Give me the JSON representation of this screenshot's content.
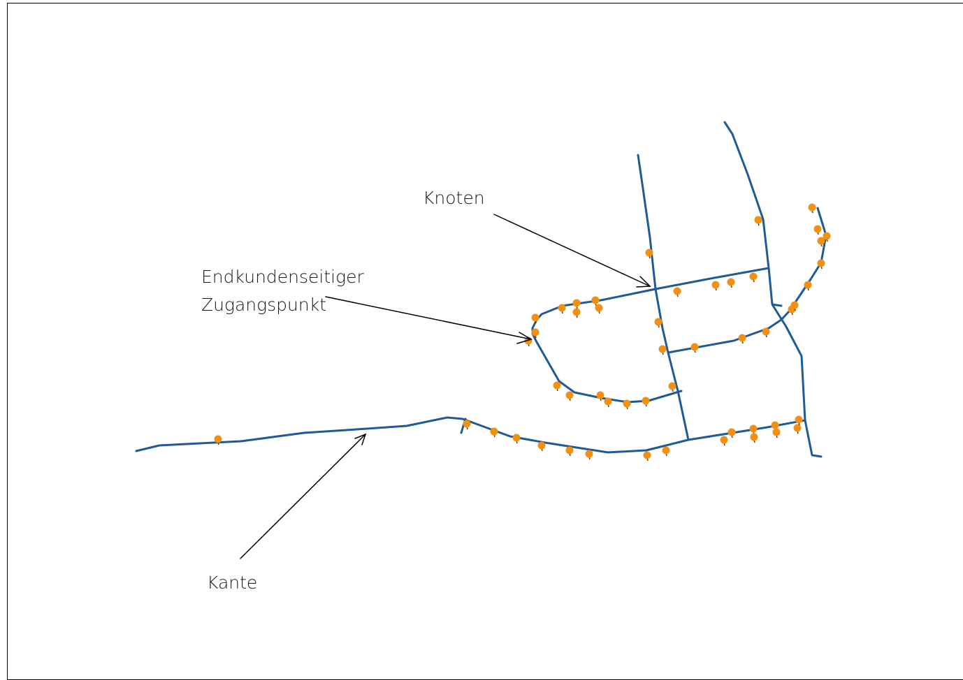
{
  "labels": {
    "knoten": "Knoten",
    "endkunden_line1": "Endkundenseitiger",
    "endkunden_line2": "Zugangspunkt",
    "kante": "Kante"
  },
  "colors": {
    "edge": "#1f5a97",
    "access_point": "#f29111",
    "access_point_shadow": "#3b3b3b",
    "arrow": "#000000",
    "frame": "#000000",
    "background": "#ffffff"
  }
}
